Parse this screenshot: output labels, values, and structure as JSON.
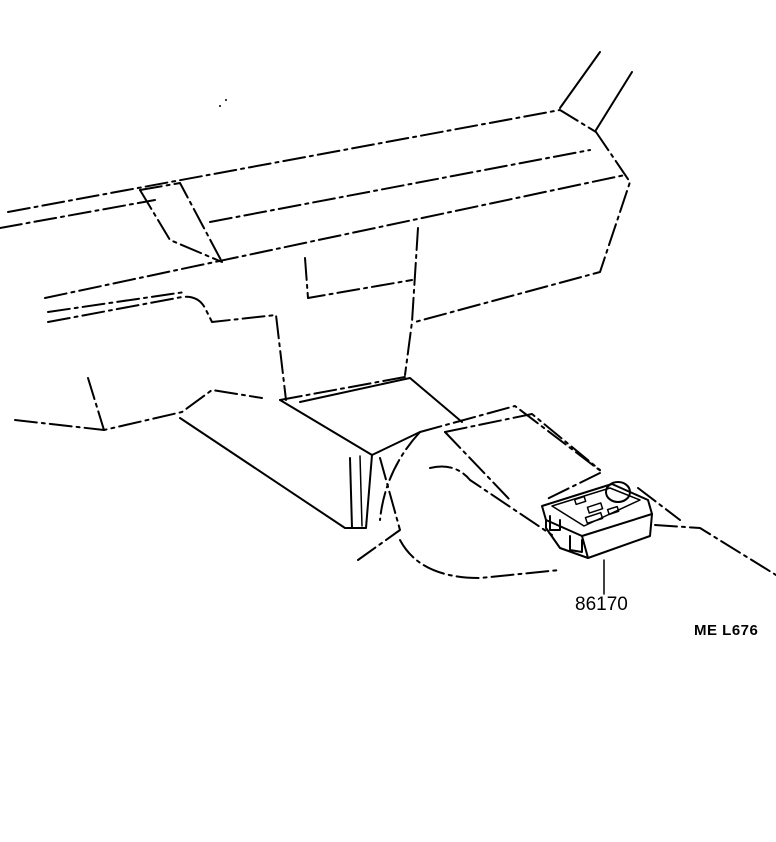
{
  "part_number": "86170",
  "reference_code": "ME  L676",
  "icons": {
    "dashboard": "instrument-panel-outline",
    "console": "center-console-outline",
    "switch": "control-unit-switch"
  }
}
